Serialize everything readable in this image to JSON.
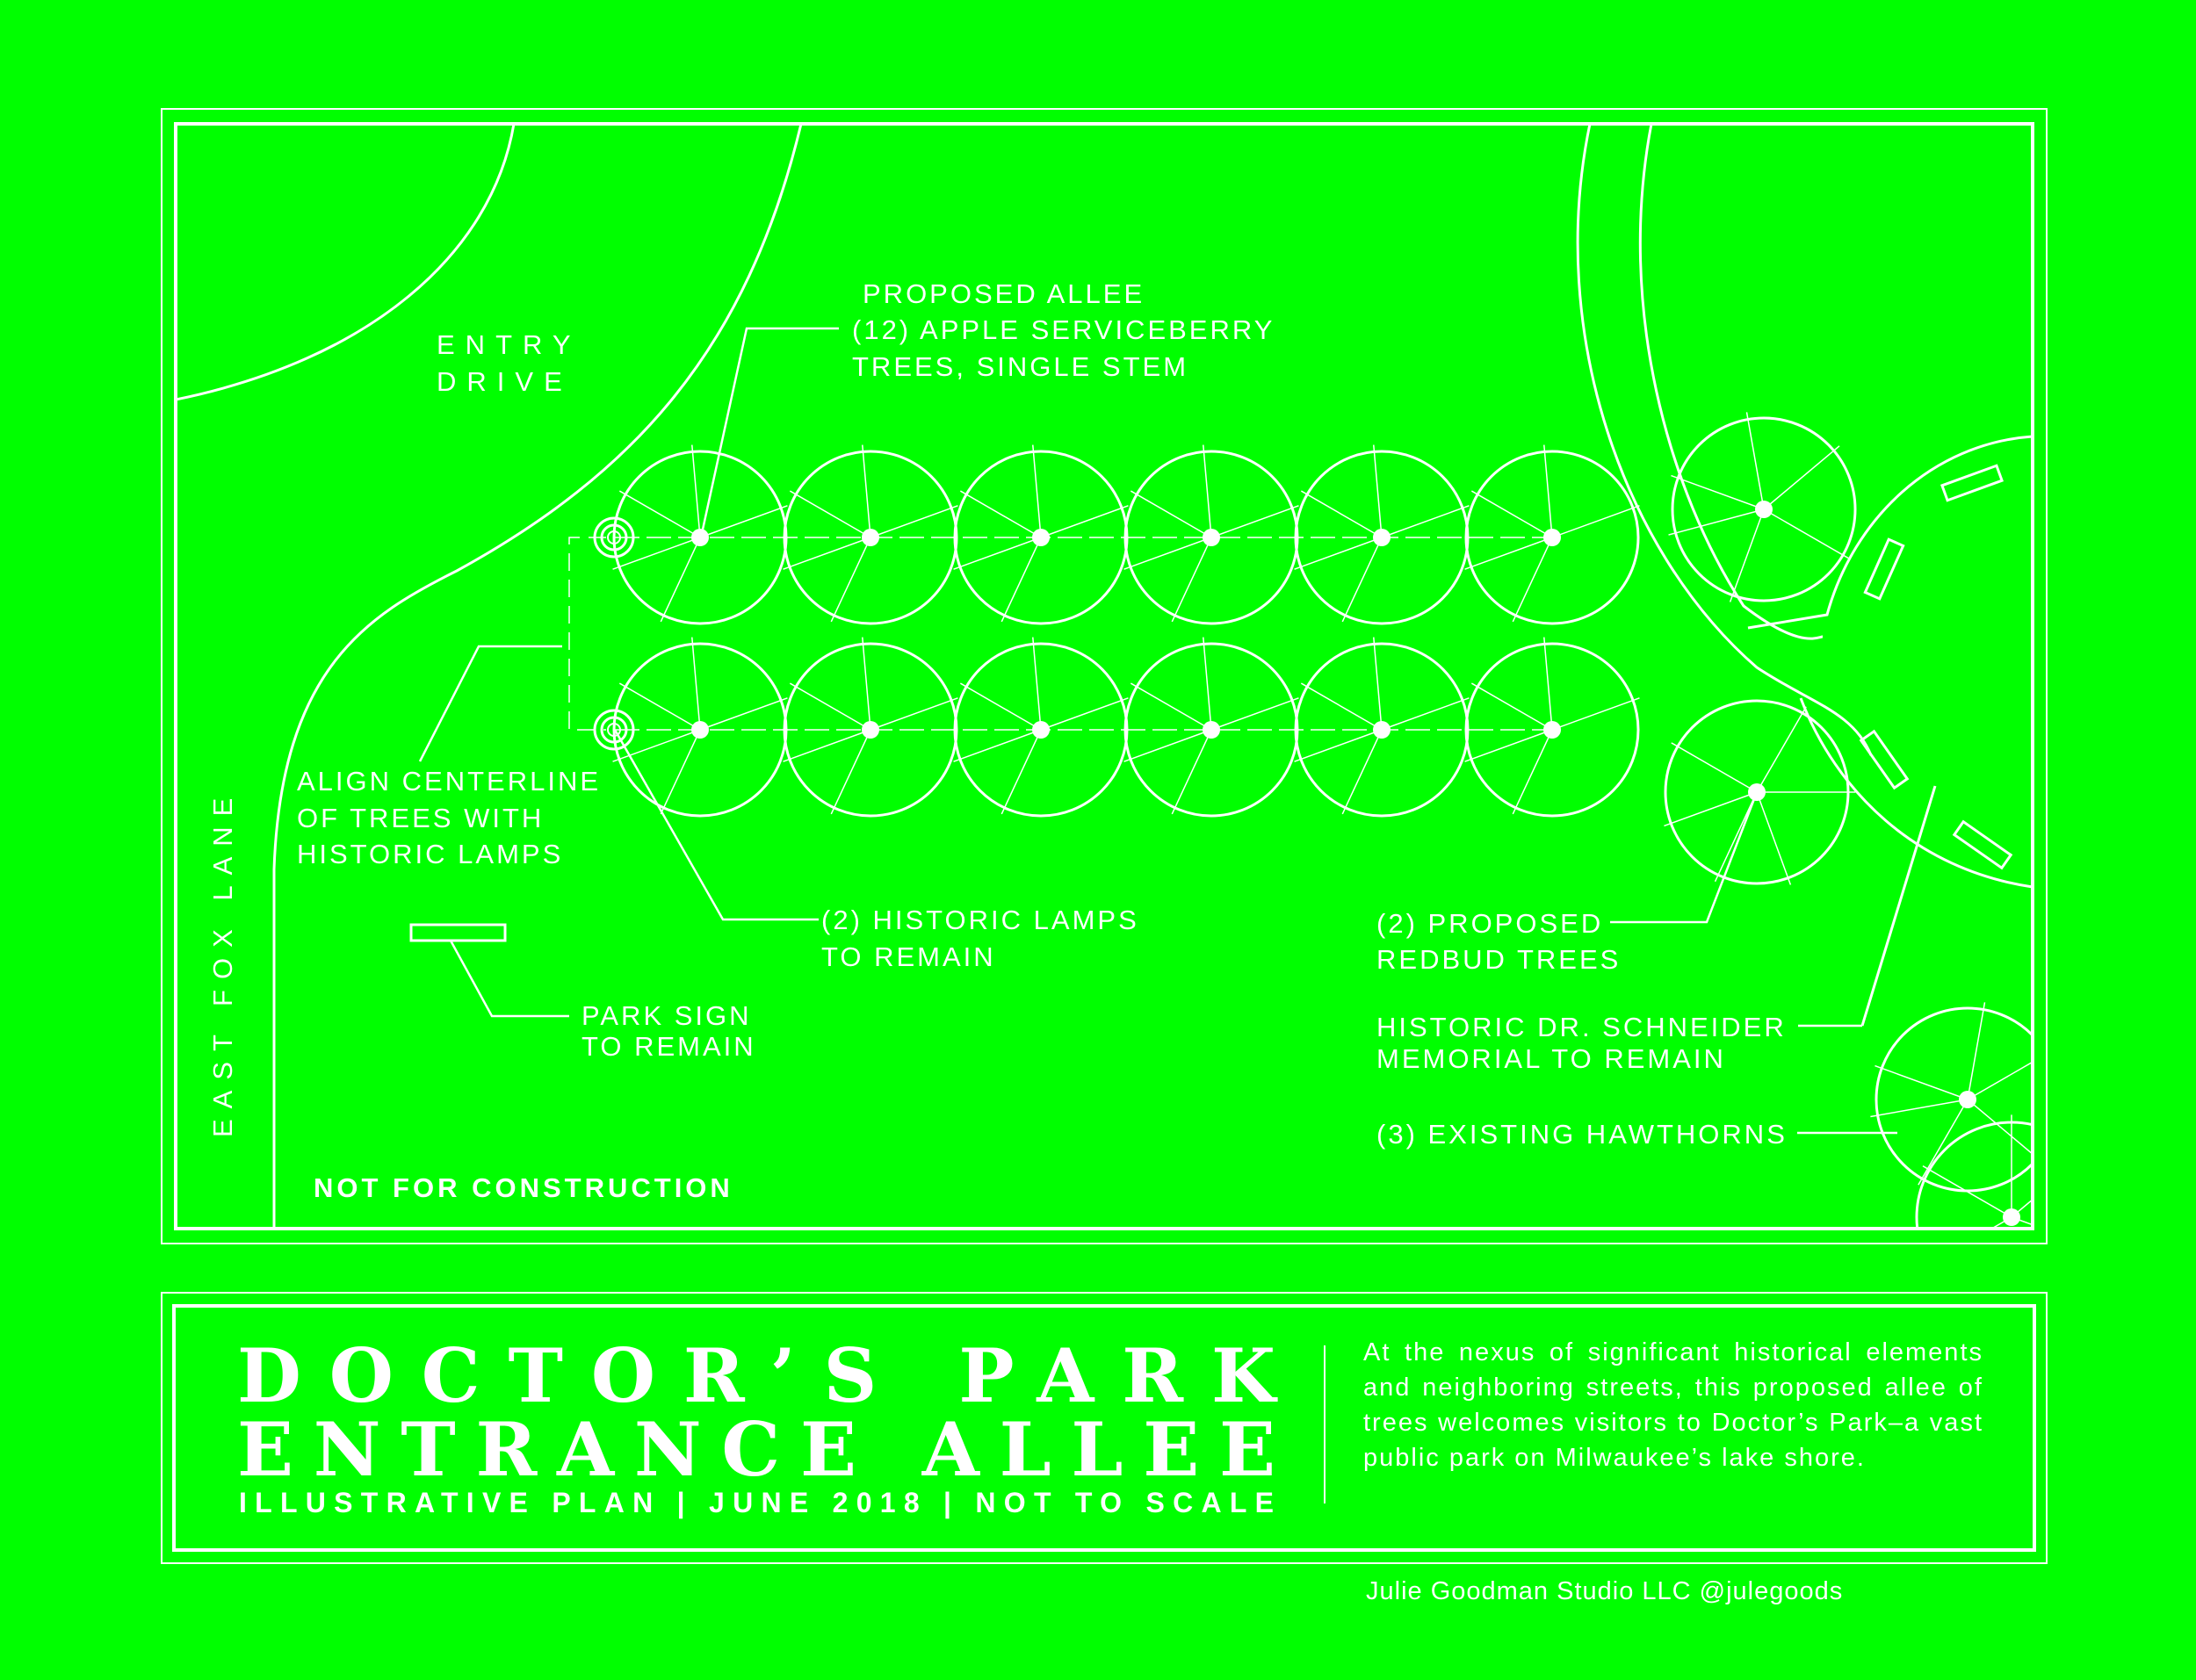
{
  "colors": {
    "background": "#00ff00",
    "linework": "#ffffff"
  },
  "plan": {
    "labels": {
      "entry_drive_line1": "ENTRY",
      "entry_drive_line2": "DRIVE",
      "allee_line1": "PROPOSED ALLEE",
      "allee_line2": "(12) APPLE SERVICEBERRY",
      "allee_line3": "TREES, SINGLE STEM",
      "align_line1": "ALIGN CENTERLINE",
      "align_line2": "OF TREES WITH",
      "align_line3": "HISTORIC LAMPS",
      "lamps_line1": "(2) HISTORIC LAMPS",
      "lamps_line2": "TO REMAIN",
      "sign_line1": "PARK SIGN",
      "sign_line2": "TO REMAIN",
      "redbud_line1": "(2) PROPOSED",
      "redbud_line2": "REDBUD TREES",
      "memorial_line1": "HISTORIC DR. SCHNEIDER",
      "memorial_line2": "MEMORIAL TO REMAIN",
      "hawthorns": "(3) EXISTING HAWTHORNS",
      "street": "EAST FOX LANE",
      "not_for_construction": "NOT FOR CONSTRUCTION"
    },
    "symbols": {
      "allee_tree": "tree-canopy-icon",
      "redbud_tree": "tree-canopy-icon",
      "hawthorn_tree": "tree-canopy-icon",
      "lamp": "historic-lamp-icon",
      "sign": "park-sign-icon",
      "bench": "bench-icon"
    }
  },
  "title_block": {
    "title_line1": "DOCTOR’S PARK",
    "title_line2": "ENTRANCE ALLEE",
    "subtitle": "ILLUSTRATIVE PLAN | JUNE 2018 | NOT TO SCALE",
    "description": "At the nexus of significant historical elements and neighboring streets, this proposed allee of trees welcomes visitors to Doctor’s Park–a vast public park on Milwaukee’s lake shore."
  },
  "credit": "Julie Goodman Studio LLC @julegoods"
}
